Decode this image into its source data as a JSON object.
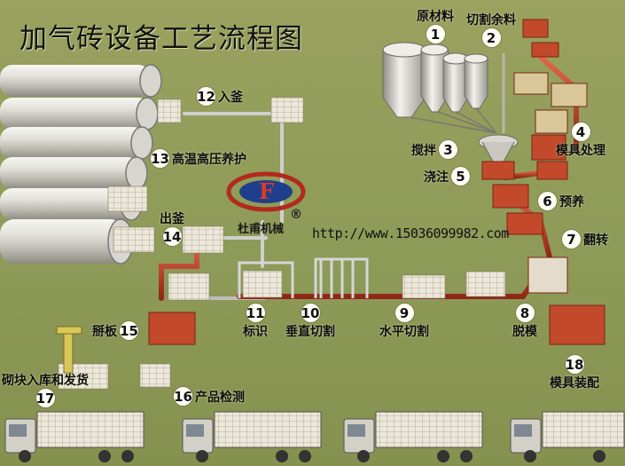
{
  "title": "加气砖设备工艺流程图",
  "brand": "杜甫机械",
  "registered_mark": "®",
  "url": "http://www.15036099982.com",
  "steps": [
    {
      "num": "1",
      "label": "原材料"
    },
    {
      "num": "2",
      "label": "切割余料"
    },
    {
      "num": "3",
      "label": "搅拌"
    },
    {
      "num": "4",
      "label": "模具处理"
    },
    {
      "num": "5",
      "label": "浇注"
    },
    {
      "num": "6",
      "label": "预养"
    },
    {
      "num": "7",
      "label": "翻转"
    },
    {
      "num": "8",
      "label": "脱模"
    },
    {
      "num": "9",
      "label": "水平切割"
    },
    {
      "num": "10",
      "label": "垂直切割"
    },
    {
      "num": "11",
      "label": "标识"
    },
    {
      "num": "12",
      "label": "入釜"
    },
    {
      "num": "13",
      "label": "高温高压养护"
    },
    {
      "num": "14",
      "label": "出釜"
    },
    {
      "num": "15",
      "label": "掰板"
    },
    {
      "num": "16",
      "label": "产品检测"
    },
    {
      "num": "17",
      "label": "砌块入库和发货"
    },
    {
      "num": "18",
      "label": "模具装配"
    }
  ],
  "colors": {
    "background": "#929c5a",
    "conveyor": "#b83a24",
    "mold": "#c24a2a",
    "kettle": "#dad8d2",
    "block": "#e9e4d6",
    "truck_cab": "#d3d0c8"
  }
}
